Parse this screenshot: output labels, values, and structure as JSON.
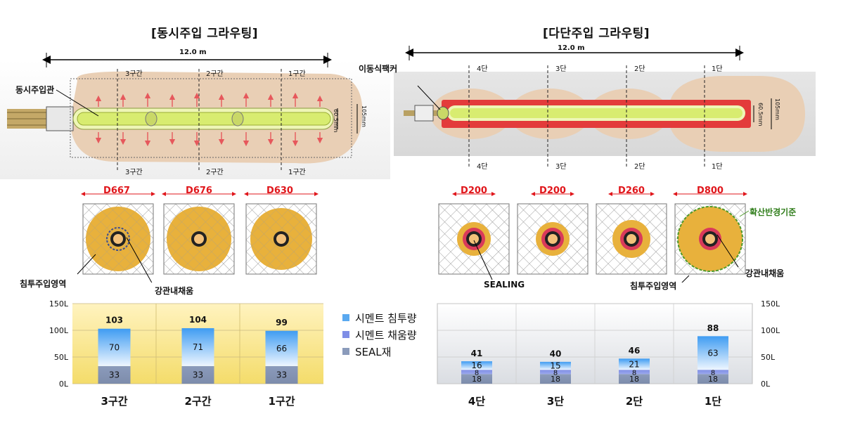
{
  "left": {
    "title": "[동시주입 그라우팅]",
    "length": "12.0 m",
    "pipe_label": "동시주입관",
    "sections": [
      "3구간",
      "2구간",
      "1구간"
    ],
    "dim_a": "60.5mm",
    "dim_b": "105mm",
    "diameters": [
      "D667",
      "D676",
      "D630"
    ],
    "zone_label": "침투주입영역",
    "fill_label": "강관내채움"
  },
  "right": {
    "title": "[다단주입 그라우팅]",
    "length": "12.0 m",
    "packer_label": "이동식팩커",
    "stages": [
      "4단",
      "3단",
      "2단",
      "1단"
    ],
    "dim_a": "60.5mm",
    "dim_b": "105mm",
    "diameters": [
      "D200",
      "D200",
      "D260",
      "D800"
    ],
    "std_label": "확산반경기준",
    "sealing_label": "SEALING",
    "zone_label": "침투주입영역",
    "fill_label": "강관내채움"
  },
  "legend": [
    "시멘트 침투량",
    "시멘트 채움량",
    "SEAL재"
  ],
  "colors": {
    "penetration": "#5aa9f0",
    "fill": "#7f8ee6",
    "seal": "#8b9bbb",
    "accent": "#e0161b",
    "ground": "#e9cfb5",
    "pipe": "#d8ec70"
  },
  "chart_data": [
    {
      "type": "bar",
      "categories": [
        "3구간",
        "2구간",
        "1구간"
      ],
      "series": [
        {
          "name": "시멘트 침투량",
          "values": [
            70,
            71,
            66
          ]
        },
        {
          "name": "SEAL재",
          "values": [
            33,
            33,
            33
          ]
        }
      ],
      "totals": [
        103,
        104,
        99
      ],
      "yticks": [
        "0L",
        "50L",
        "100L",
        "150L"
      ],
      "ylim": [
        0,
        150
      ]
    },
    {
      "type": "bar",
      "categories": [
        "4단",
        "3단",
        "2단",
        "1단"
      ],
      "series": [
        {
          "name": "시멘트 침투량",
          "values": [
            16,
            15,
            21,
            63
          ]
        },
        {
          "name": "시멘트 채움량",
          "values": [
            8,
            8,
            8,
            8
          ]
        },
        {
          "name": "SEAL재",
          "values": [
            18,
            18,
            18,
            18
          ]
        }
      ],
      "totals": [
        41,
        40,
        46,
        88
      ],
      "yticks": [
        "0L",
        "50L",
        "100L",
        "150L"
      ],
      "ylim": [
        0,
        150
      ]
    }
  ]
}
